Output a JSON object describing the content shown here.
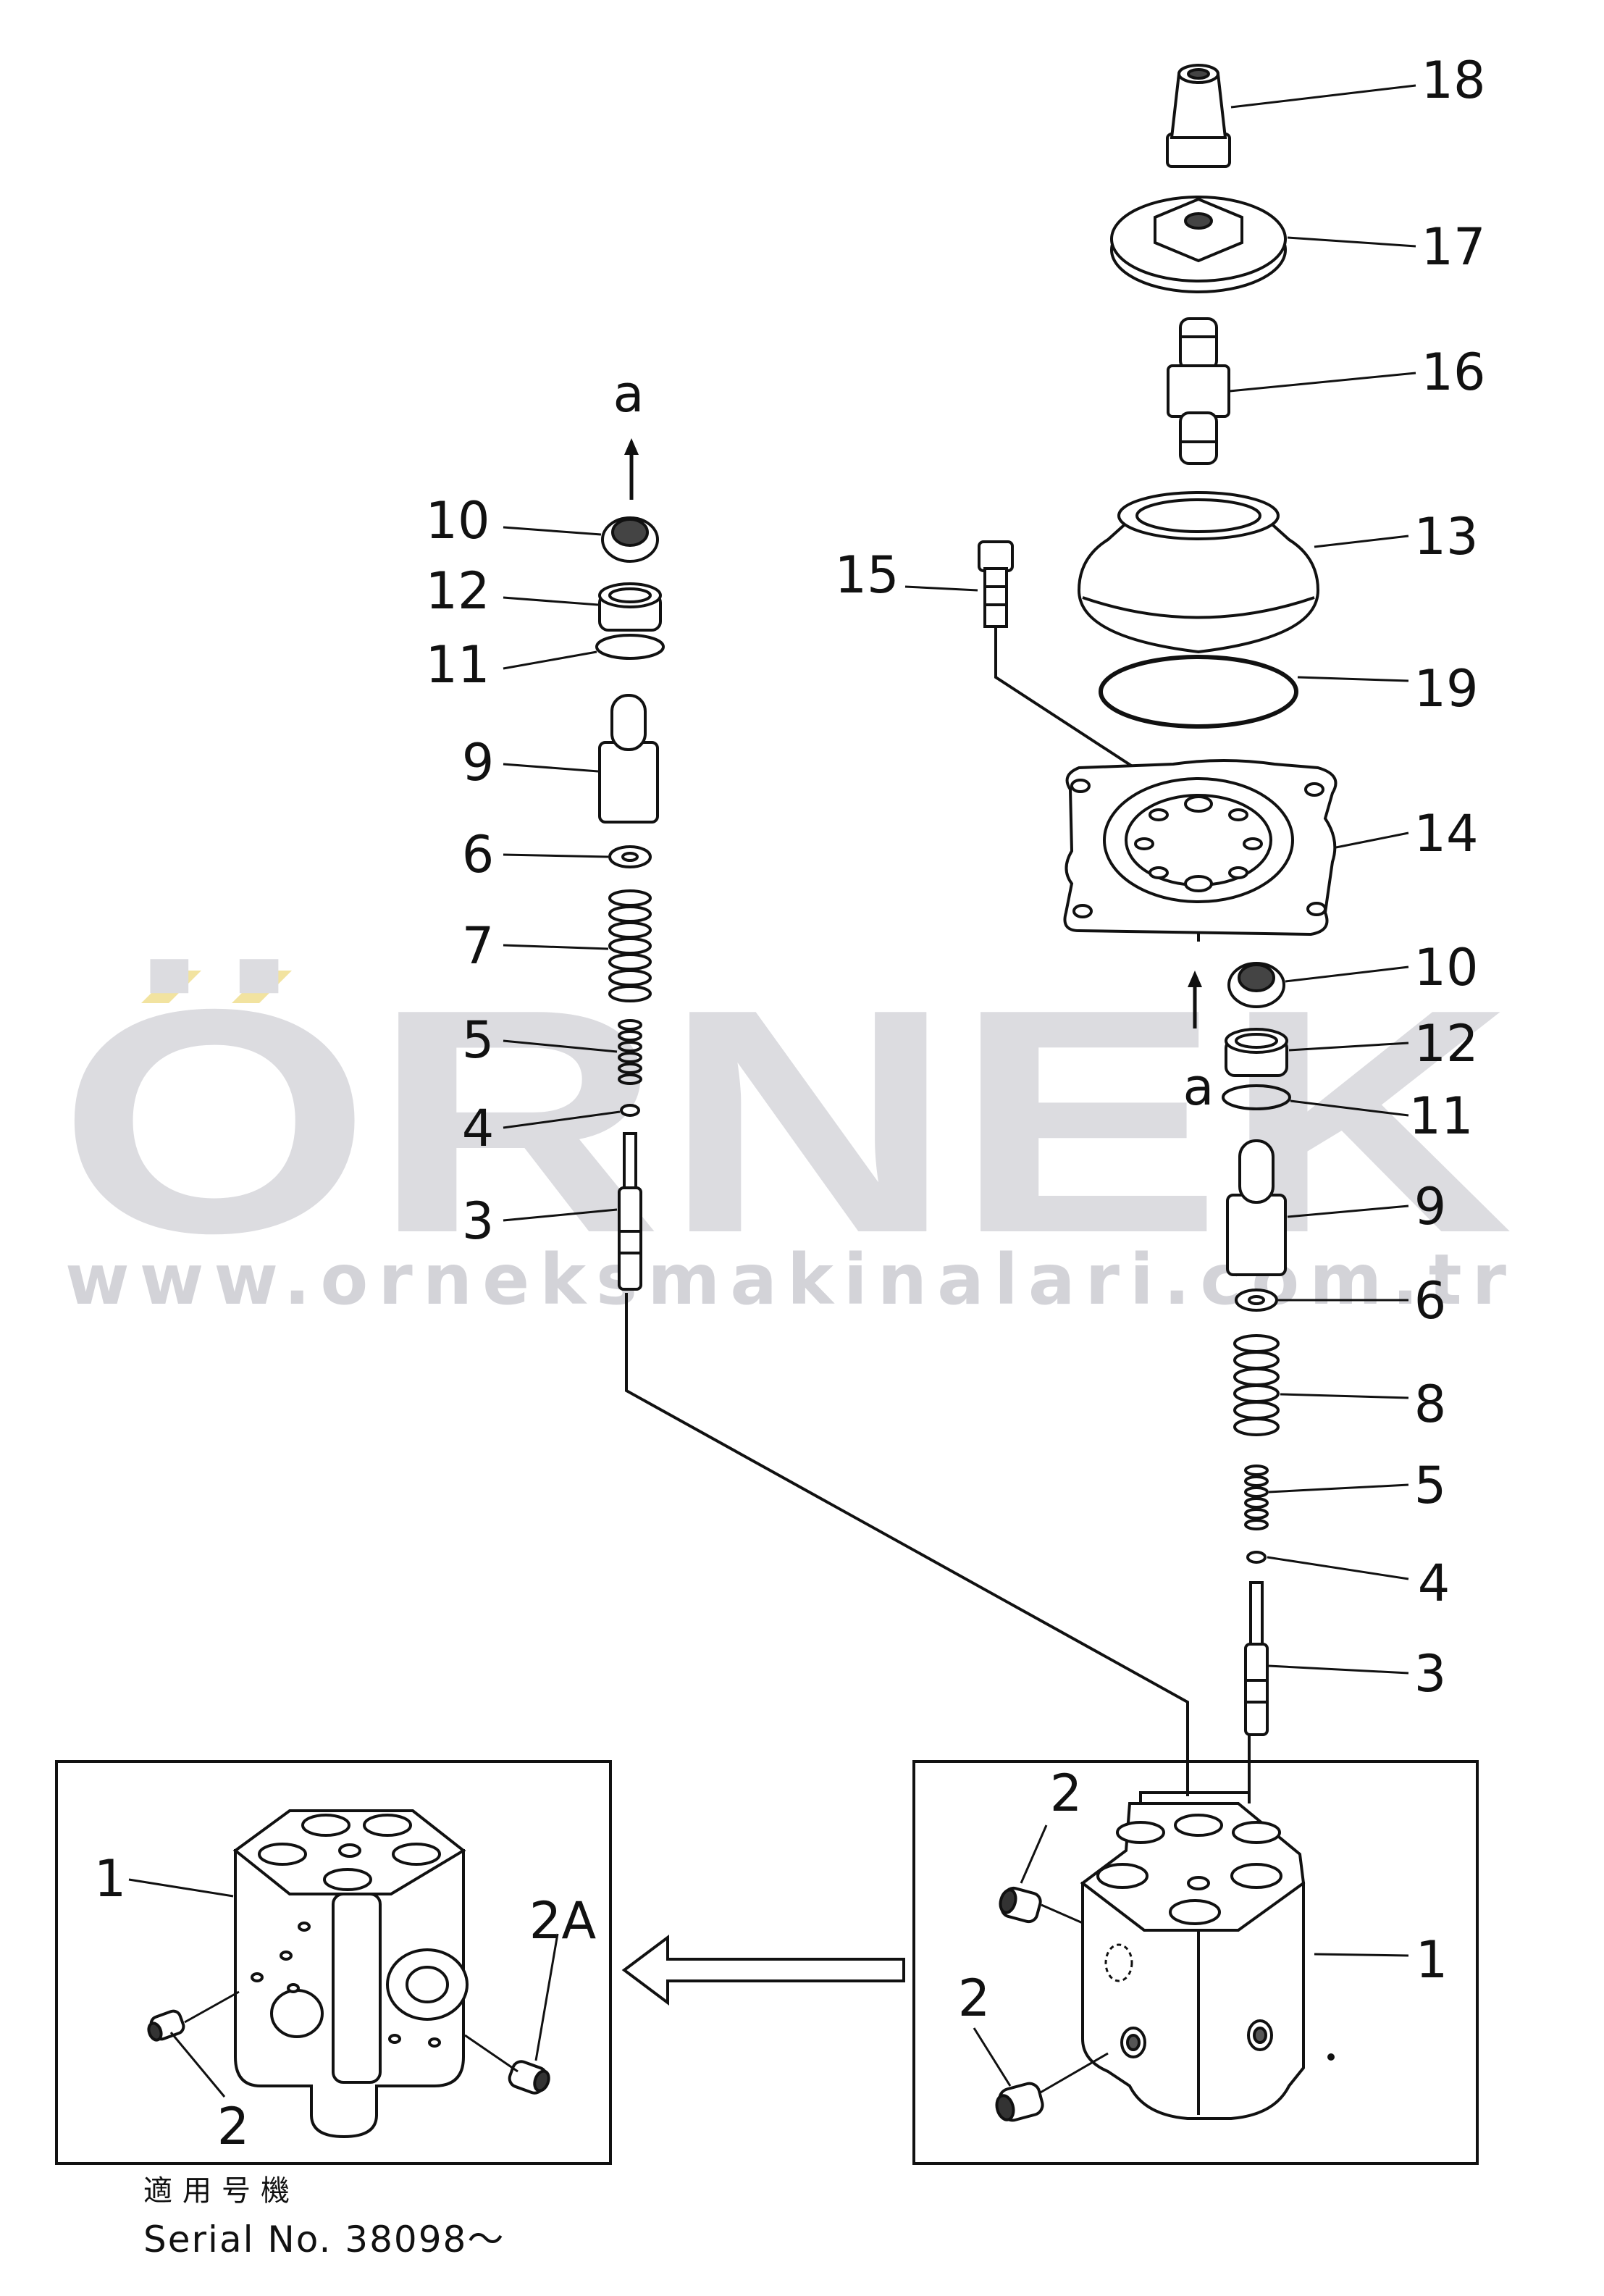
{
  "watermark": {
    "brand": "ÖRNEK",
    "url": "www.orneksmakinalari.com.tr",
    "brand_color": "#dcdce0",
    "accent_color": "#f2e3a0",
    "url_color": "#d3d3d8"
  },
  "arrow_labels": {
    "top_left": "a",
    "mid_right": "a"
  },
  "callouts_left": {
    "c10": "10",
    "c12": "12",
    "c11": "11",
    "c9": "9",
    "c6": "6",
    "c7": "7",
    "c5": "5",
    "c4": "4",
    "c3": "3"
  },
  "callouts_right": {
    "c18": "18",
    "c17": "17",
    "c16": "16",
    "c15": "15",
    "c13": "13",
    "c19": "19",
    "c14": "14",
    "c10": "10",
    "c12": "12",
    "c11": "11",
    "c9": "9",
    "c6": "6",
    "c8": "8",
    "c5": "5",
    "c4": "4",
    "c3": "3"
  },
  "inset_left": {
    "c1": "1",
    "c2": "2",
    "c2a": "2A"
  },
  "inset_right": {
    "c2_top": "2",
    "c2_bottom": "2",
    "c1": "1"
  },
  "footer": {
    "applicable_model": "適用号機",
    "serial": "Serial No. 38098～"
  }
}
